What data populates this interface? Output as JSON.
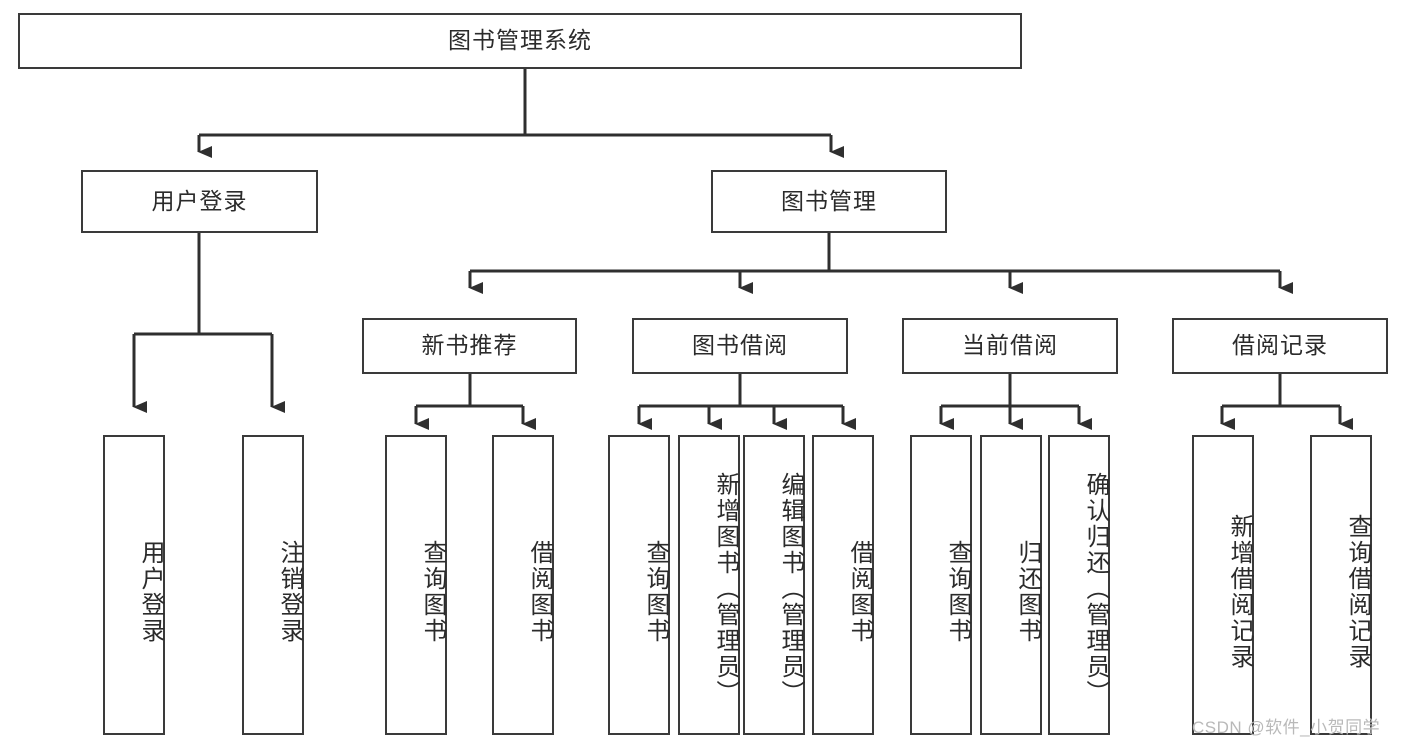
{
  "diagram": {
    "type": "hierarchy-tree",
    "title": "图书管理系统",
    "watermark": "CSDN @软件_小贺同学",
    "colors": {
      "box_border": "#3a3a3a",
      "box_fill": "#ffffff",
      "connector": "#2f2f2f",
      "text": "#2b2b2b",
      "watermark": "#b9b9b9"
    },
    "nodes": {
      "root": "图书管理系统",
      "level2": [
        "用户登录",
        "图书管理"
      ],
      "level3": [
        "新书推荐",
        "图书借阅",
        "当前借阅",
        "借阅记录"
      ],
      "leaves": {
        "user_login": [
          "用户登录",
          "注销登录"
        ],
        "new_book_recommend": [
          "查询图书",
          "借阅图书"
        ],
        "book_borrow": [
          "查询图书",
          "新增图书（管理员）",
          "编辑图书（管理员）",
          "借阅图书"
        ],
        "current_borrow": [
          "查询图书",
          "归还图书",
          "确认归还（管理员）"
        ],
        "borrow_record": [
          "新增借阅记录",
          "查询借阅记录"
        ]
      }
    }
  }
}
